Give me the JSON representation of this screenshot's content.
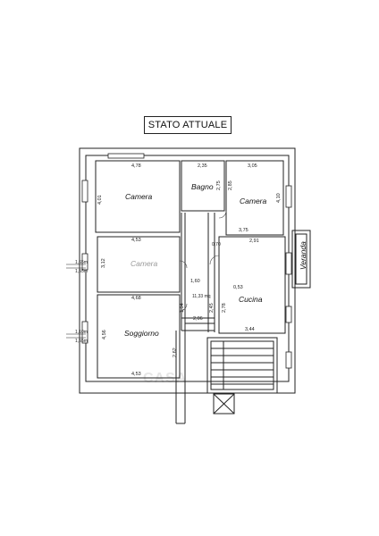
{
  "title": "STATO ATTUALE",
  "rooms": {
    "camera_top_left": "Camera",
    "bagno": "Bagno",
    "camera_top_right": "Camera",
    "camera_middle": "Camera",
    "soggiorno": "Soggiorno",
    "cucina": "Cucina",
    "veranda": "Veranda"
  },
  "area_label": "11,33 mq",
  "dimensions": {
    "d478": "4,78",
    "d235": "2,35",
    "d305": "3,05",
    "d401": "4,01",
    "d275": "2,75",
    "d285": "2,85",
    "d410": "4,10",
    "d375": "3,75",
    "d453a": "4,53",
    "d312": "3,12",
    "d291": "2,91",
    "d070": "0,70",
    "d053": "0,53",
    "d160": "1,60",
    "d468": "4,68",
    "d194": "1,94",
    "d245": "2,45",
    "d278": "2,78",
    "d206": "2,06",
    "d344": "3,44",
    "d456": "4,56",
    "d262": "2,62",
    "d453b": "4,53"
  },
  "level_marks": {
    "upper_a": "1,65m",
    "upper_b": "1,55m",
    "lower_a": "1,10m",
    "lower_b": "1,55m"
  },
  "watermark": "CASA"
}
